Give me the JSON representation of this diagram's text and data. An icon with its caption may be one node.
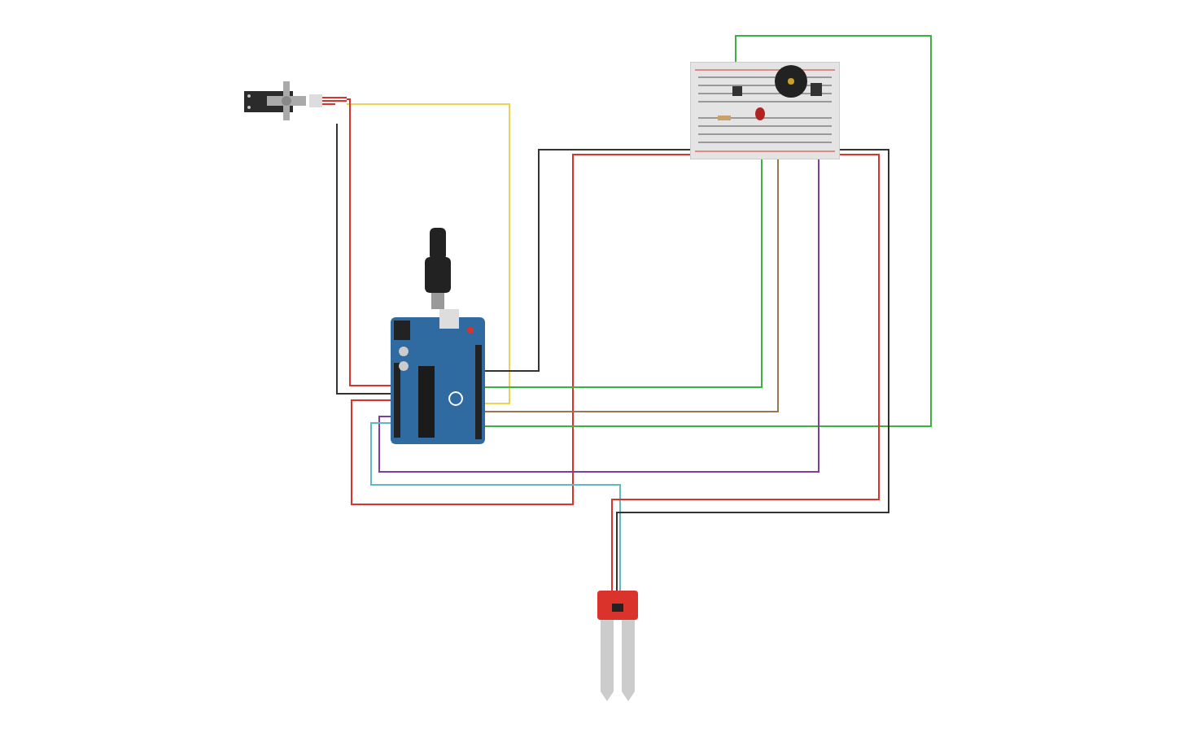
{
  "diagram": {
    "nodes": [
      {
        "text": [],
        "shape": "picture"
      },
      {
        "text": [],
        "shape": "picture"
      },
      {
        "text": [],
        "shape": "picture"
      },
      {
        "text": [],
        "shape": "picture"
      }
    ],
    "edges": [
      {
        "from": 0,
        "to": 1,
        "arrow": "none",
        "color": "#e8d44d"
      },
      {
        "from": 0,
        "to": 1,
        "arrow": "none",
        "color": "#d9332b"
      },
      {
        "from": 0,
        "to": 1,
        "arrow": "none",
        "color": "#333333"
      },
      {
        "from": 1,
        "to": 2,
        "arrow": "none",
        "color": "#333333"
      },
      {
        "from": 1,
        "to": 2,
        "arrow": "none",
        "color": "#d9332b"
      },
      {
        "from": 1,
        "to": 2,
        "arrow": "none",
        "color": "#3cb043"
      },
      {
        "from": 1,
        "to": 2,
        "arrow": "none",
        "color": "#9b7653"
      },
      {
        "from": 1,
        "to": 2,
        "arrow": "none",
        "color": "#3cb043"
      },
      {
        "from": 1,
        "to": 2,
        "arrow": "none",
        "color": "#7b3fa0"
      },
      {
        "from": 1,
        "to": 3,
        "arrow": "none",
        "color": "#5fb8c4"
      },
      {
        "from": 2,
        "to": 3,
        "arrow": "none",
        "color": "#d9332b"
      },
      {
        "from": 2,
        "to": 3,
        "arrow": "none",
        "color": "#333333"
      }
    ]
  }
}
